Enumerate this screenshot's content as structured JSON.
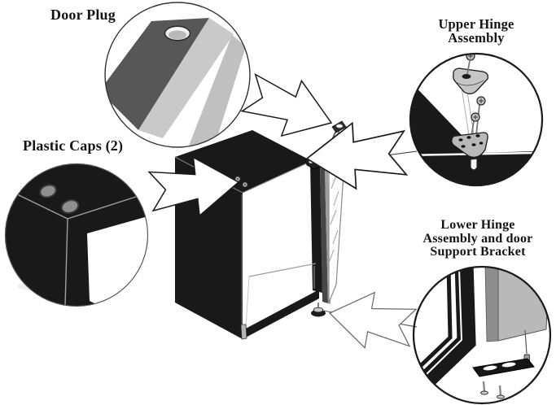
{
  "diagram": {
    "type": "appliance door assembly exploded-view diagram",
    "callouts": {
      "door_plug": {
        "label": "Door Plug"
      },
      "plastic_caps": {
        "label": "Plastic Caps (2)"
      },
      "upper_hinge": {
        "line1": "Upper Hinge",
        "line2": "Assembly"
      },
      "lower_hinge": {
        "line1": "Lower Hinge",
        "line2": "Assembly and door",
        "line3": "Support Bracket"
      }
    },
    "colors": {
      "ink_black": "#1a1a1a",
      "door_top_gray": "#575757",
      "metal_light_gray": "#c6c6c6",
      "cap_gray": "#8f8f8f",
      "panel_gray": "#b9b9b9",
      "background": "#ffffff"
    }
  }
}
